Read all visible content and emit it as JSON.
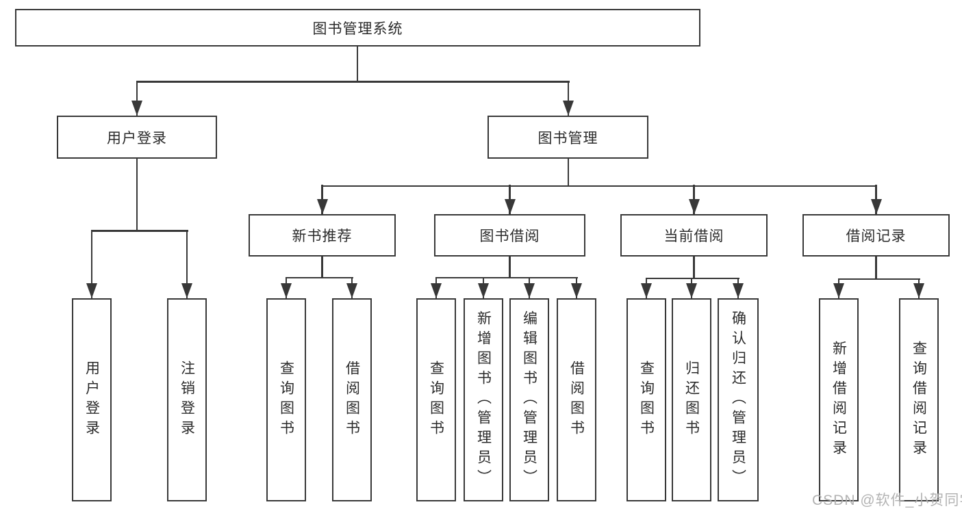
{
  "tree": {
    "root": {
      "label": "图书管理系统",
      "children": [
        {
          "label": "用户登录",
          "children": [
            {
              "label": "用户登录"
            },
            {
              "label": "注销登录"
            }
          ]
        },
        {
          "label": "图书管理",
          "children": [
            {
              "label": "新书推荐",
              "children": [
                {
                  "label": "查询图书"
                },
                {
                  "label": "借阅图书"
                }
              ]
            },
            {
              "label": "图书借阅",
              "children": [
                {
                  "label": "查询图书"
                },
                {
                  "label": "新增图书（管理员）"
                },
                {
                  "label": "编辑图书（管理员）"
                },
                {
                  "label": "借阅图书"
                }
              ]
            },
            {
              "label": "当前借阅",
              "children": [
                {
                  "label": "查询图书"
                },
                {
                  "label": "归还图书"
                },
                {
                  "label": "确认归还（管理员）"
                }
              ]
            },
            {
              "label": "借阅记录",
              "children": [
                {
                  "label": "新增借阅记录"
                },
                {
                  "label": "查询借阅记录"
                }
              ]
            }
          ]
        }
      ]
    }
  },
  "watermark": {
    "text": "CSDN @软件_小贺同学"
  },
  "colors": {
    "line": "#383838",
    "text": "#2b2b2b",
    "watermark": "#afafaf",
    "background": "#ffffff"
  }
}
